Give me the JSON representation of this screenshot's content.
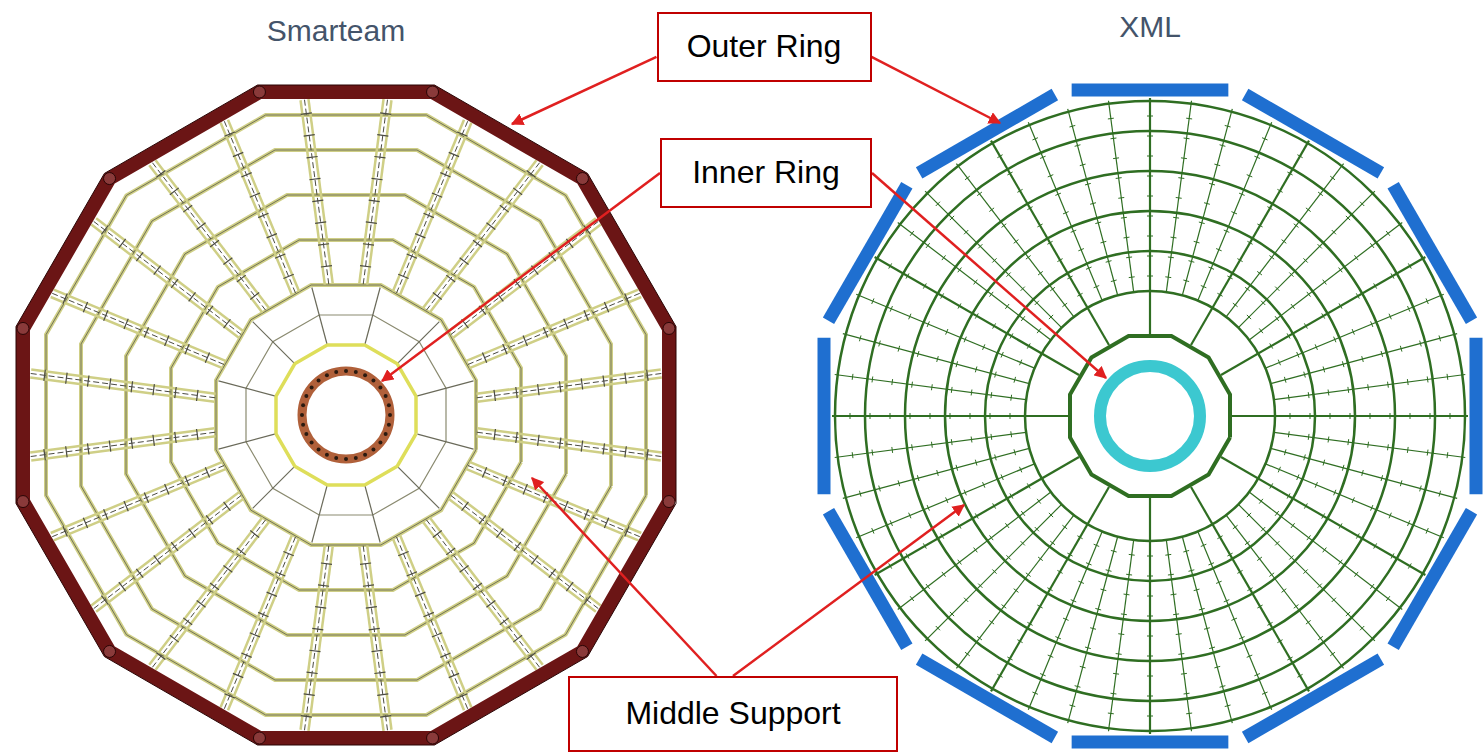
{
  "diagram": {
    "nodes": [
      {
        "text": [
          "Outer Ring"
        ]
      },
      {
        "text": [
          "Inner Ring"
        ]
      },
      {
        "text": [
          "Middle Support"
        ]
      }
    ],
    "labels": [
      "Smarteam",
      "XML"
    ]
  }
}
